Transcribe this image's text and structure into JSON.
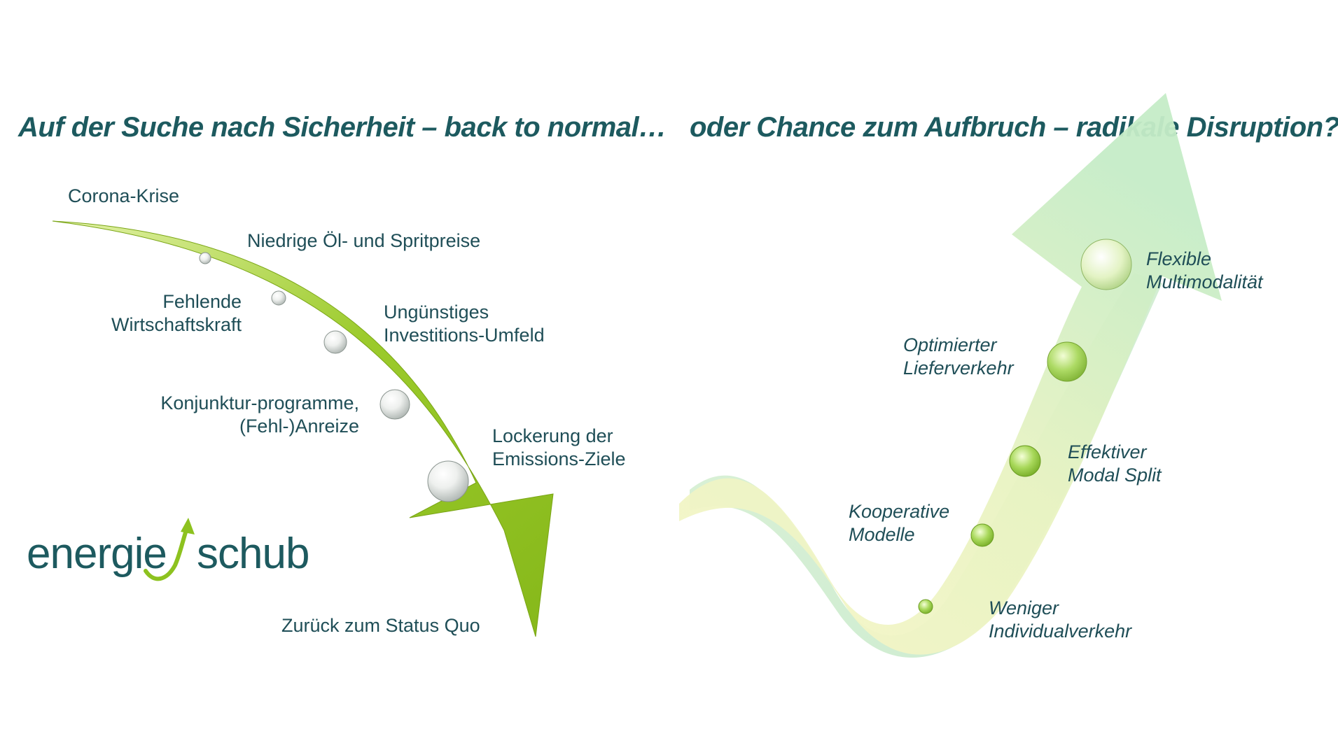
{
  "left": {
    "title": "Auf der Suche nach Sicherheit – back to normal…",
    "labels": {
      "corona": "Corona-Krise",
      "oel": "Niedrige Öl- und Spritpreise",
      "wirtschaft": [
        "Fehlende",
        "Wirtschaftskraft"
      ],
      "umfeld": [
        "Ungünstiges",
        "Investitions-Umfeld"
      ],
      "konjunktur": [
        "Konjunktur-programme,",
        "(Fehl-)Anreize"
      ],
      "emissionen": [
        "Lockerung der",
        "Emissions-Ziele"
      ],
      "status_quo": "Zurück zum Status Quo"
    },
    "arrow_color": "#8dc21f"
  },
  "right": {
    "title": "oder Chance zum Aufbruch – radikale Disruption?",
    "labels": {
      "flexible": [
        "Flexible",
        "Multimodalität"
      ],
      "liefer": [
        "Optimierter",
        "Lieferverkehr"
      ],
      "modal": [
        "Effektiver",
        "Modal Split"
      ],
      "koop": [
        "Kooperative",
        "Modelle"
      ],
      "weniger": [
        "Weniger",
        "Individualverkehr"
      ]
    },
    "arrow_color": "#cfeec8"
  },
  "logo": {
    "part1": "energie",
    "part2": "schub",
    "accent": "#8dc21f"
  },
  "colors": {
    "text": "#1f4e57",
    "title": "#1d5a5f"
  }
}
